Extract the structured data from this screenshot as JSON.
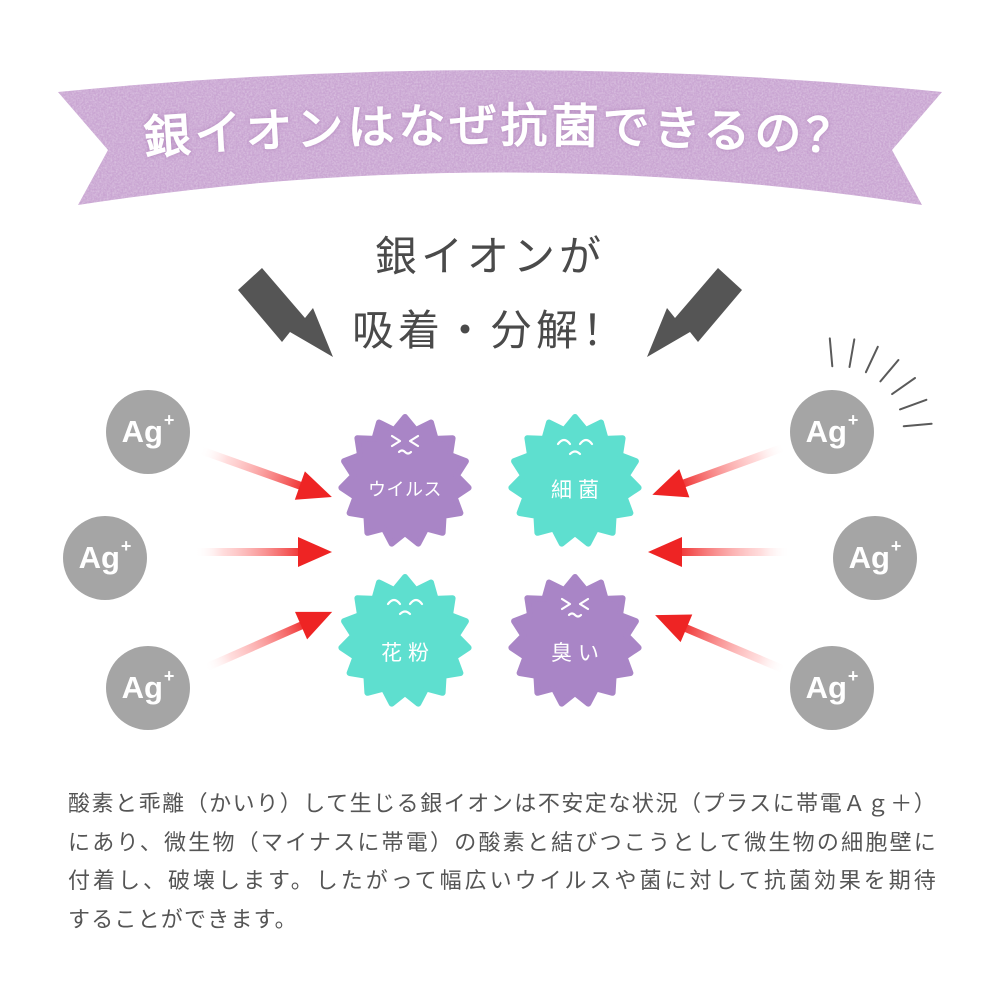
{
  "banner": {
    "title": "銀イオンはなぜ抗菌できるの？"
  },
  "heading": {
    "line1": "銀イオンが",
    "line2": "吸着・分解！"
  },
  "ion": {
    "symbol": "Ag",
    "charge": "+",
    "icon": "silver-ion-circle"
  },
  "germs": {
    "virus": {
      "label": "ウイルス",
      "color": "purple",
      "face": "grimace-face-icon"
    },
    "bacteria": {
      "label": "細菌",
      "color": "teal",
      "face": "sad-face-icon"
    },
    "pollen": {
      "label": "花粉",
      "color": "teal",
      "face": "sad-face-icon"
    },
    "odor": {
      "label": "臭い",
      "color": "purple",
      "face": "grimace-face-icon"
    }
  },
  "icons": [
    "lightning-bolt-icon",
    "emphasis-lines-icon",
    "red-arrow-icon",
    "spiky-germ-icon"
  ],
  "colors": {
    "banner": "#c9a5d2",
    "germ_purple": "#a985c6",
    "germ_teal": "#5edfcf",
    "ion_gray": "#a5a5a5",
    "arrow_red": "#ee2424",
    "text_dark": "#4a4a4a",
    "text_body": "#555555"
  },
  "description": {
    "lines": [
      "酸素と乖離（かいり）して生じる銀イオンは不安定な状況（プラスに帯電Ａｇ＋）",
      "にあり、微生物（マイナスに帯電）の酸素と結びつこうとして微生物の細胞壁に",
      "付着し、破壊します。したがって幅広いウイルスや菌に対して抗菌効果を期待",
      "することができます。"
    ]
  }
}
